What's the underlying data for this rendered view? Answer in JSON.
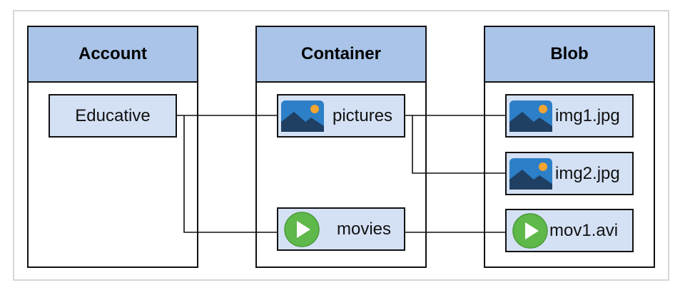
{
  "columns": {
    "account": {
      "title": "Account"
    },
    "container": {
      "title": "Container"
    },
    "blob": {
      "title": "Blob"
    }
  },
  "nodes": {
    "educative": {
      "label": "Educative"
    },
    "pictures": {
      "label": "pictures",
      "icon": "image-icon"
    },
    "movies": {
      "label": "movies",
      "icon": "play-icon"
    },
    "img1": {
      "label": "img1.jpg",
      "icon": "image-icon"
    },
    "img2": {
      "label": "img2.jpg",
      "icon": "image-icon"
    },
    "mov1": {
      "label": "mov1.avi",
      "icon": "play-icon"
    }
  },
  "colors": {
    "header_fill": "#a9c4e8",
    "node_fill": "#d4e1f5",
    "image_icon_bg": "#2d7fc7",
    "image_icon_mountain": "#1f3f63",
    "image_icon_sun": "#f2a531",
    "play_icon_green": "#5fb84a"
  }
}
